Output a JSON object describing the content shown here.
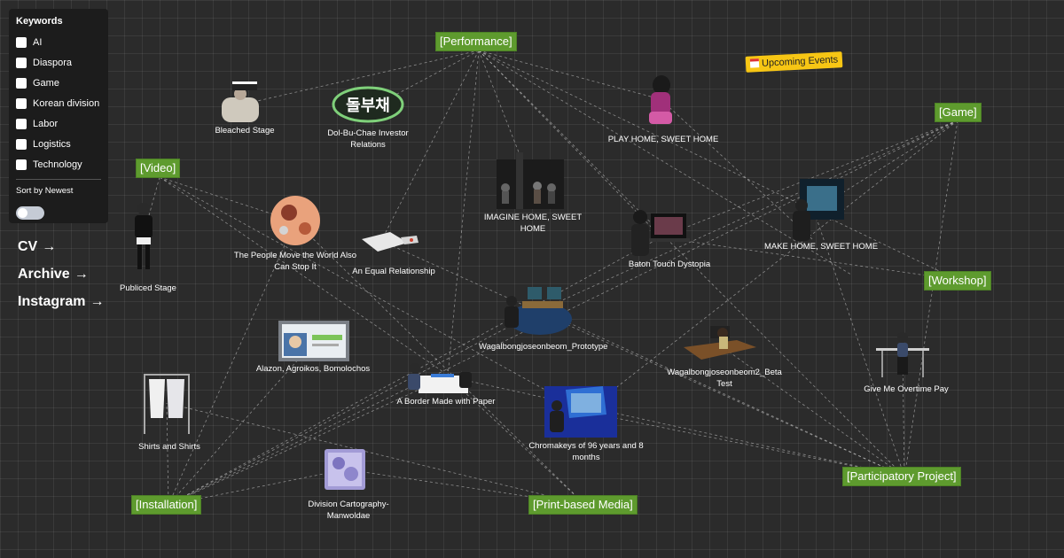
{
  "filters": {
    "title": "Keywords",
    "keywords": [
      "AI",
      "Diaspora",
      "Game",
      "Korean division",
      "Labor",
      "Logistics",
      "Technology"
    ],
    "sort_label": "Sort by Newest",
    "sort_by_newest": false
  },
  "nav": {
    "cv": "CV",
    "archive": "Archive",
    "instagram": "Instagram",
    "arrow": "→"
  },
  "categories": {
    "performance": "[Performance]",
    "video": "[Video]",
    "game": "[Game]",
    "workshop": "[Workshop]",
    "participatory": "[Participatory Project]",
    "print": "[Print-based Media]",
    "installation": "[Installation]"
  },
  "events": {
    "label": "Upcoming Events",
    "icon": "calendar-icon"
  },
  "projects": {
    "bleached_stage": "Bleached Stage",
    "dol_bu_chae": "Dol-Bu-Chae Investor Relations",
    "dol_bu_chae_logo": "돌부채",
    "play_home": "PLAY HOME, SWEET HOME",
    "imagine_home": "IMAGINE HOME, SWEET HOME",
    "make_home": "MAKE HOME, SWEET HOME",
    "baton_touch": "Baton Touch Dystopia",
    "people_move": "The People Move the World Also Can Stop It",
    "equal_relationship": "An Equal Relationship",
    "publiced_stage": "Publiced Stage",
    "wagalbong_prototype": "Wagalbongjoseonbeom_Prototype",
    "wagalbong_beta": "Wagalbongjoseonbeom2_Beta Test",
    "alazon": "Alazon, Agroikos, Bomolochos",
    "border_paper": "A Border Made with Paper",
    "give_me_overtime": "Give Me Overtime Pay",
    "chromakeys": "Chromakeys of 96 years and 8 months",
    "shirts": "Shirts and Shirts",
    "division_cartography": "Division Cartography-Manwoldae"
  },
  "colors": {
    "background": "#2b2b2b",
    "category_green": "#5e9b2e",
    "events_yellow": "#f7c614",
    "panel": "#1c1c1c"
  }
}
